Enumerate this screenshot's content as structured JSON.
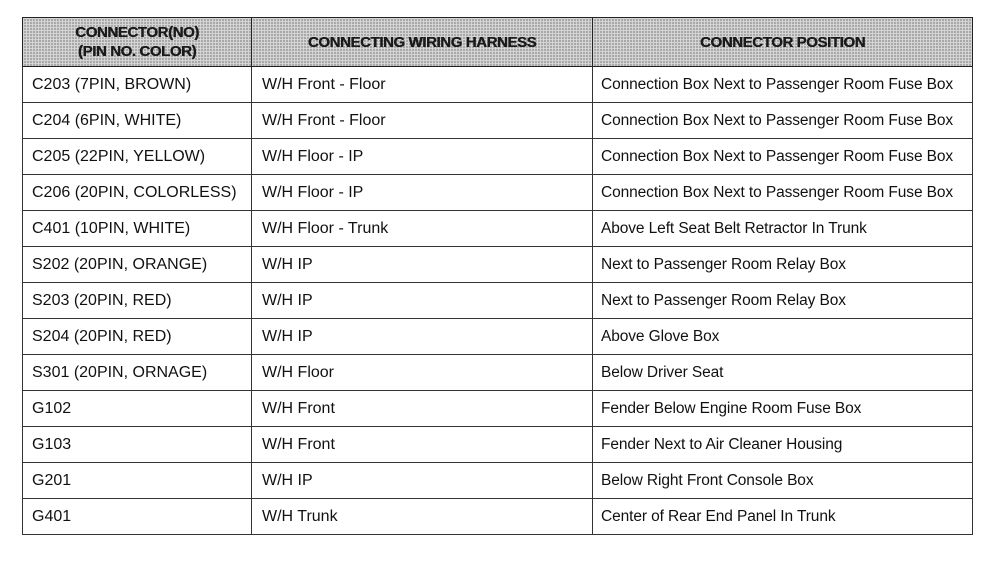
{
  "headers": {
    "col1_line1": "CONNECTOR(NO)",
    "col1_line2": "(PIN NO. COLOR)",
    "col2": "CONNECTING WIRING HARNESS",
    "col3": "CONNECTOR POSITION"
  },
  "rows": [
    {
      "connector": "C203 (7PIN, BROWN)",
      "harness": "W/H Front - Floor",
      "position": "Connection Box Next to Passenger Room Fuse Box"
    },
    {
      "connector": "C204 (6PIN, WHITE)",
      "harness": "W/H Front - Floor",
      "position": "Connection Box Next to Passenger Room Fuse Box"
    },
    {
      "connector": "C205 (22PIN, YELLOW)",
      "harness": "W/H Floor - IP",
      "position": "Connection Box Next to Passenger Room Fuse Box"
    },
    {
      "connector": "C206 (20PIN, COLORLESS)",
      "harness": "W/H Floor - IP",
      "position": "Connection Box Next to Passenger Room Fuse Box"
    },
    {
      "connector": "C401 (10PIN, WHITE)",
      "harness": "W/H Floor - Trunk",
      "position": "Above Left Seat Belt Retractor In Trunk"
    },
    {
      "connector": "S202 (20PIN, ORANGE)",
      "harness": "W/H IP",
      "position": "Next to Passenger Room Relay Box"
    },
    {
      "connector": "S203 (20PIN, RED)",
      "harness": "W/H IP",
      "position": "Next to Passenger Room Relay Box"
    },
    {
      "connector": "S204 (20PIN, RED)",
      "harness": "W/H IP",
      "position": "Above Glove Box"
    },
    {
      "connector": "S301 (20PIN, ORNAGE)",
      "harness": "W/H Floor",
      "position": "Below Driver Seat"
    },
    {
      "connector": "G102",
      "harness": "W/H Front",
      "position": "Fender Below Engine Room Fuse Box"
    },
    {
      "connector": "G103",
      "harness": "W/H Front",
      "position": "Fender Next to Air Cleaner Housing"
    },
    {
      "connector": "G201",
      "harness": "W/H IP",
      "position": "Below Right Front Console Box"
    },
    {
      "connector": "G401",
      "harness": "W/H Trunk",
      "position": "Center of Rear End Panel In Trunk"
    }
  ]
}
